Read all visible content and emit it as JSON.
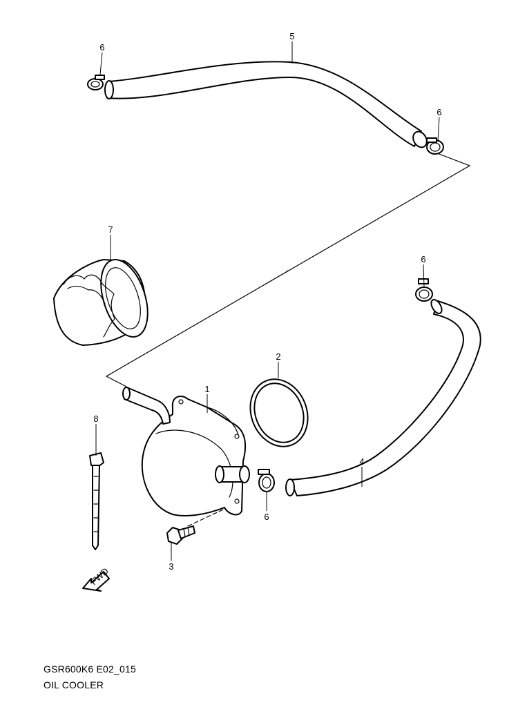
{
  "diagram": {
    "code": "GSR600K6 E02_015",
    "title": "OIL COOLER",
    "fwd_label": "FWD",
    "callouts": {
      "oil_cooler": "1",
      "o_ring": "2",
      "bolt": "3",
      "lower_hose": "4",
      "upper_hose": "5",
      "clamp_upper_left": "6",
      "clamp_upper_right": "6",
      "clamp_mid_right": "6",
      "clamp_lower": "6",
      "oil_filter": "7",
      "cable_tie": "8"
    }
  }
}
